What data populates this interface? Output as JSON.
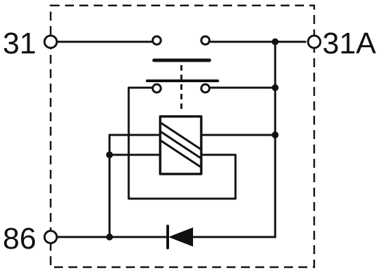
{
  "terminals": [
    {
      "id": "t31",
      "label": "31"
    },
    {
      "id": "t31a",
      "label": "31A"
    },
    {
      "id": "t86",
      "label": "86"
    }
  ]
}
